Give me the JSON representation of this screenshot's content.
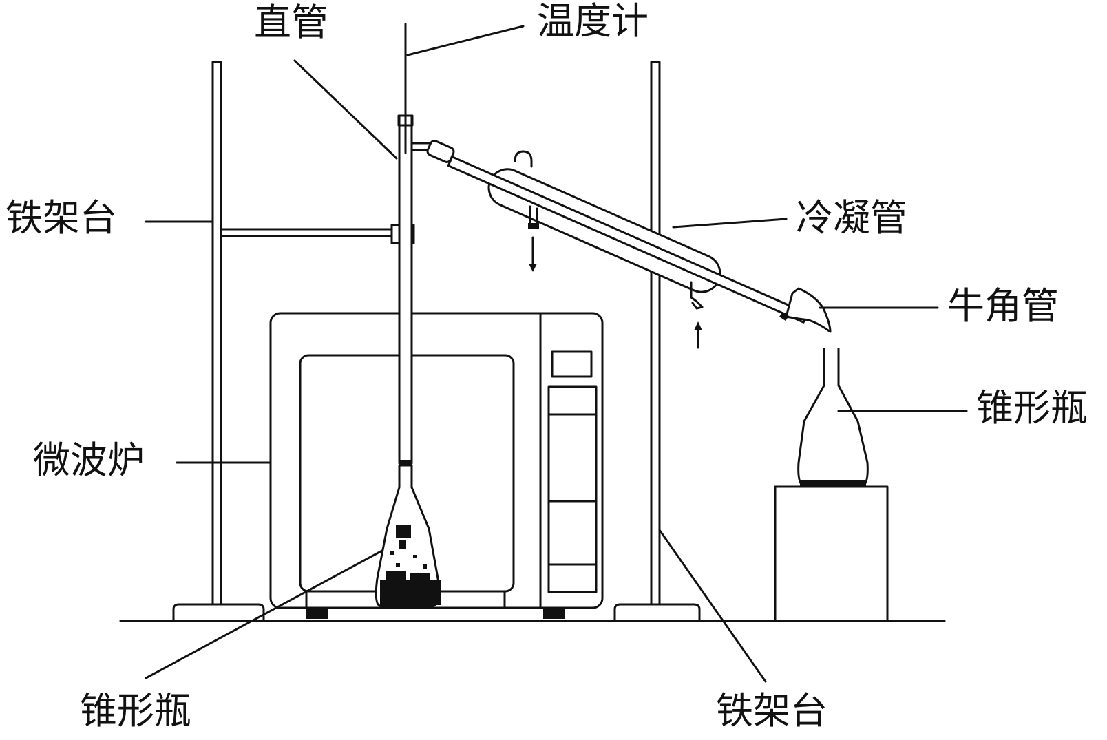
{
  "labels": {
    "straight_tube": "直管",
    "thermometer": "温度计",
    "iron_stand_left": "铁架台",
    "condenser": "冷凝管",
    "adapter": "牛角管",
    "flask_right": "锥形瓶",
    "microwave": "微波炉",
    "flask_bottom": "锥形瓶",
    "iron_stand_bottom": "铁架台"
  },
  "colors": {
    "ink": "#111111",
    "background": "#ffffff"
  }
}
